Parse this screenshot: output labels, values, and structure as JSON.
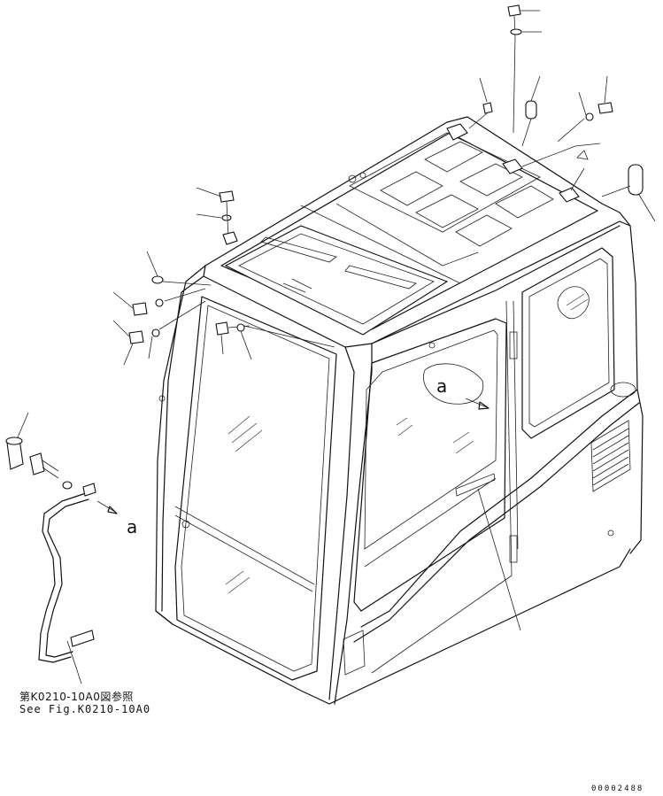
{
  "reference": {
    "japanese": "第K0210-10A0図参照",
    "english": "See Fig.K0210-10A0"
  },
  "view_markers": {
    "left_arrow_label": "a",
    "window_label": "a"
  },
  "drawing_number": "00002488",
  "colors": {
    "line": "#111111",
    "background": "#ffffff"
  }
}
